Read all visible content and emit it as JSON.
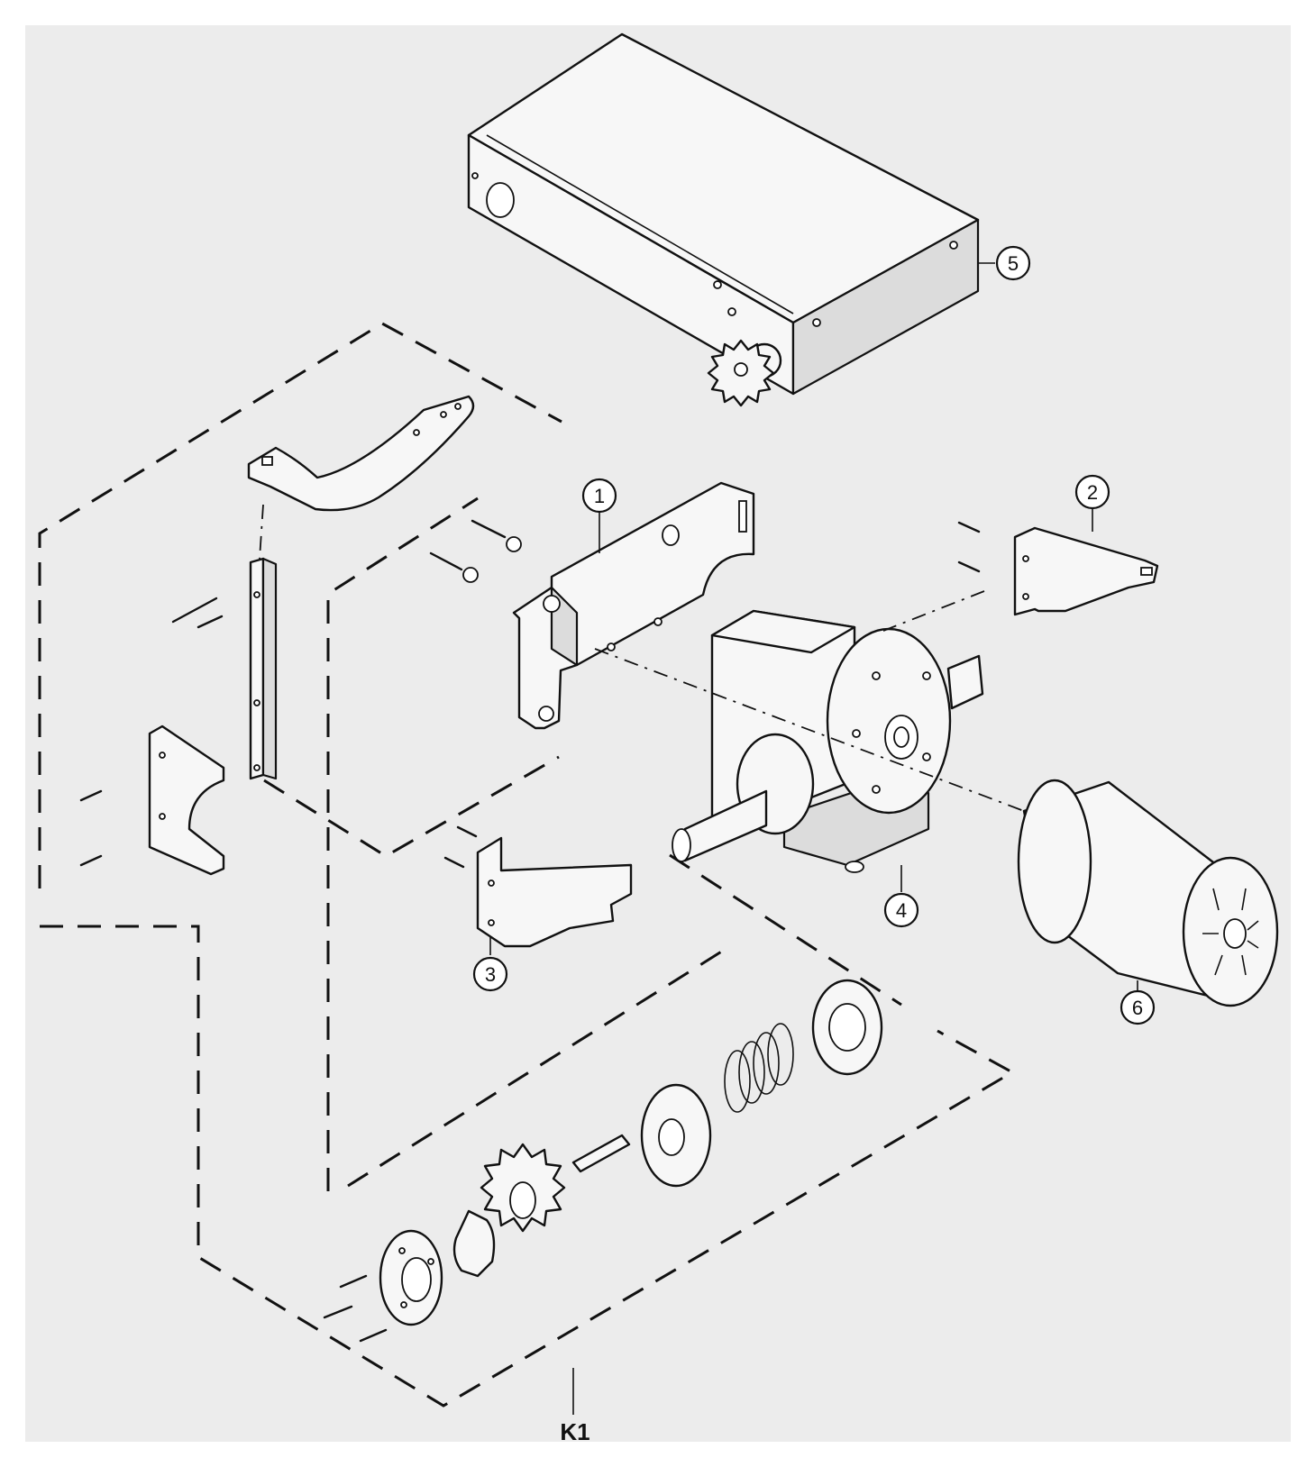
{
  "callouts": {
    "c1": "1",
    "c2": "2",
    "c3": "3",
    "c4": "4",
    "c5": "5",
    "c6": "6"
  },
  "assembly_label": "K1"
}
